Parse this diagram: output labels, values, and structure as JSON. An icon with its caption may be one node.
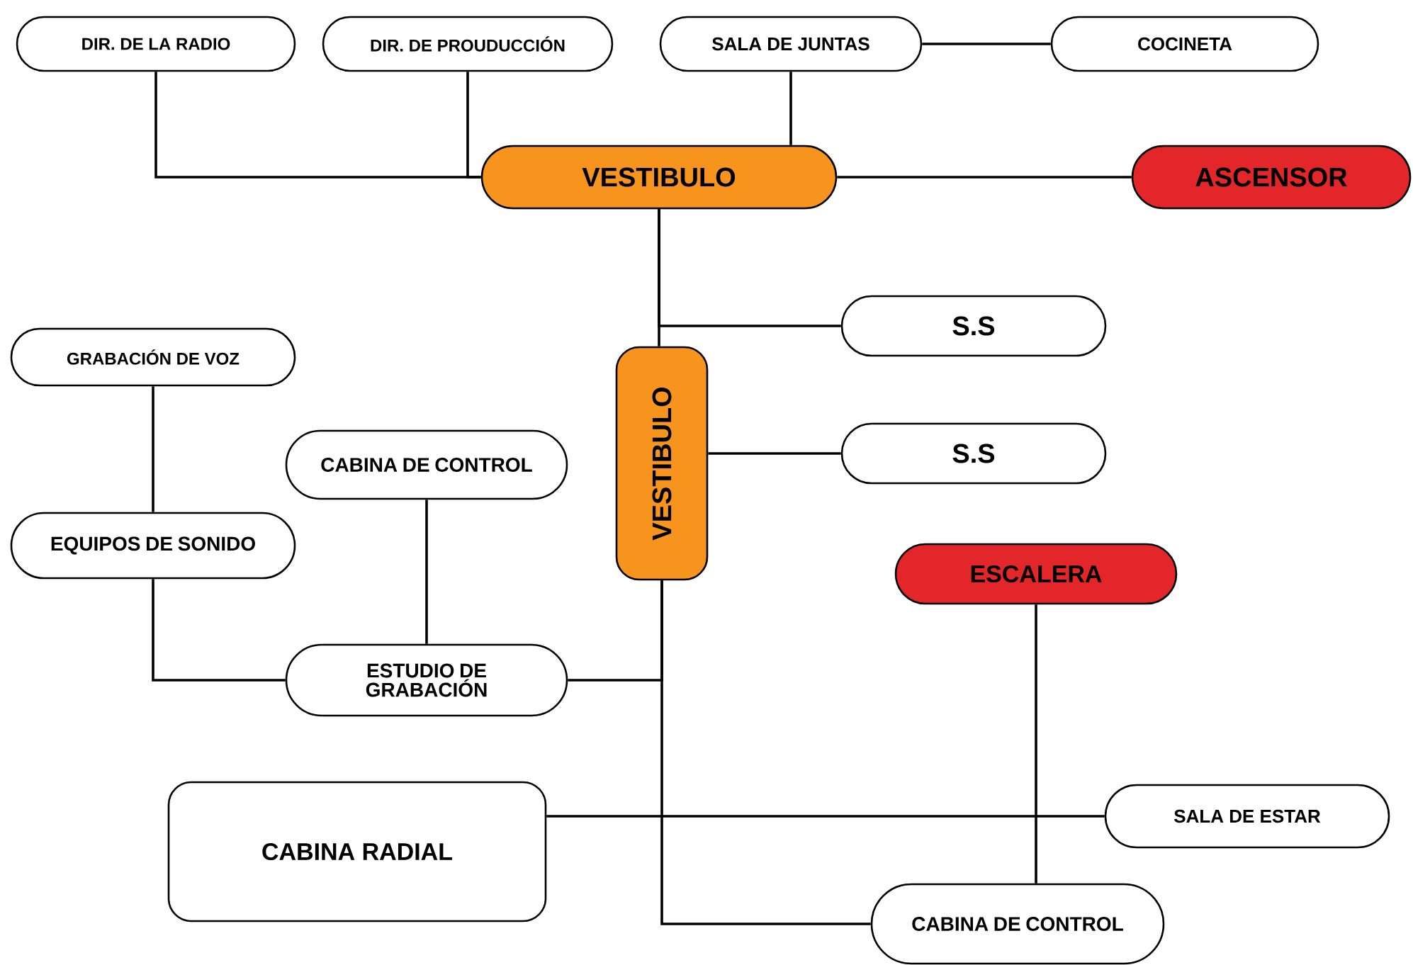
{
  "diagram": {
    "nodes": [
      {
        "text": [
          "DIR. DE LA RADIO"
        ]
      },
      {
        "text": [
          "DIR. DE PROUDUCCIÓN"
        ]
      },
      {
        "text": [
          "SALA DE JUNTAS"
        ]
      },
      {
        "text": [
          "COCINETA"
        ]
      },
      {
        "text": [
          "VESTIBULO"
        ]
      },
      {
        "text": [
          "ASCENSOR"
        ]
      },
      {
        "text": [
          "S.S"
        ]
      },
      {
        "text": [
          "GRABACIÓN DE VOZ"
        ]
      },
      {
        "text": [
          "VESTIBULO"
        ]
      },
      {
        "text": [
          "S.S"
        ]
      },
      {
        "text": [
          "CABINA DE CONTROL"
        ]
      },
      {
        "text": [
          "EQUIPOS DE SONIDO"
        ]
      },
      {
        "text": [
          "ESCALERA"
        ]
      },
      {
        "text": [
          "ESTUDIO DE GRABACIÓN"
        ]
      },
      {
        "text": [
          "CABINA RADIAL"
        ]
      },
      {
        "text": [
          "SALA DE ESTAR"
        ]
      },
      {
        "text": [
          "CABINA DE CONTROL"
        ]
      }
    ],
    "edges": [
      {
        "from": 0,
        "to": 4,
        "arrow": "none"
      },
      {
        "from": 1,
        "to": 4,
        "arrow": "none"
      },
      {
        "from": 2,
        "to": 4,
        "arrow": "none"
      },
      {
        "from": 2,
        "to": 3,
        "arrow": "none"
      },
      {
        "from": 4,
        "to": 5,
        "arrow": "none"
      },
      {
        "from": 4,
        "to": 8,
        "arrow": "none"
      },
      {
        "from": 4,
        "to": 6,
        "arrow": "none"
      },
      {
        "from": 8,
        "to": 9,
        "arrow": "none"
      },
      {
        "from": 7,
        "to": 11,
        "arrow": "none"
      },
      {
        "from": 11,
        "to": 13,
        "arrow": "none"
      },
      {
        "from": 10,
        "to": 13,
        "arrow": "none"
      },
      {
        "from": 13,
        "to": 8,
        "arrow": "none"
      },
      {
        "from": 8,
        "to": 16,
        "arrow": "none"
      },
      {
        "from": 14,
        "to": 15,
        "arrow": "none"
      },
      {
        "from": 12,
        "to": 16,
        "arrow": "none"
      }
    ]
  }
}
